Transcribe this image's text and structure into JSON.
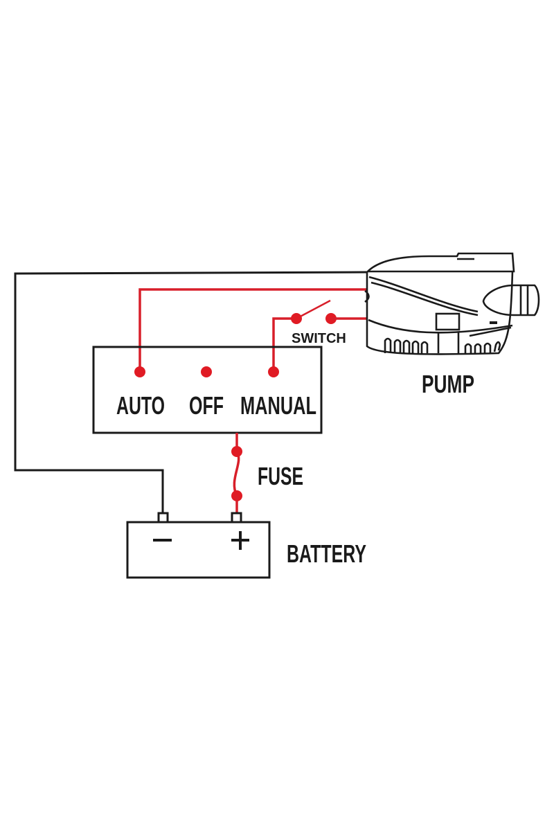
{
  "diagram": {
    "title": "Bilge pump wiring diagram",
    "colors": {
      "wire_positive": "#d81f2a",
      "wire_negative": "#1a1a1a",
      "terminal_dot": "#e01b24"
    },
    "panel": {
      "positions": [
        {
          "id": "auto",
          "label": "AUTO"
        },
        {
          "id": "off",
          "label": "OFF"
        },
        {
          "id": "manual",
          "label": "MANUAL"
        }
      ]
    },
    "labels": {
      "switch": "SWITCH",
      "pump": "PUMP",
      "fuse": "FUSE",
      "battery": "BATTERY",
      "battery_negative": "−",
      "battery_positive": "+"
    },
    "connections": [
      {
        "from": "battery-negative",
        "to": "pump",
        "wire": "black"
      },
      {
        "from": "battery-positive",
        "to": "fuse",
        "wire": "red"
      },
      {
        "from": "fuse",
        "to": "panel",
        "wire": "red"
      },
      {
        "from": "panel-auto",
        "to": "pump",
        "wire": "red"
      },
      {
        "from": "panel-manual",
        "to": "switch",
        "wire": "red"
      },
      {
        "from": "switch",
        "to": "pump",
        "wire": "red"
      }
    ]
  }
}
